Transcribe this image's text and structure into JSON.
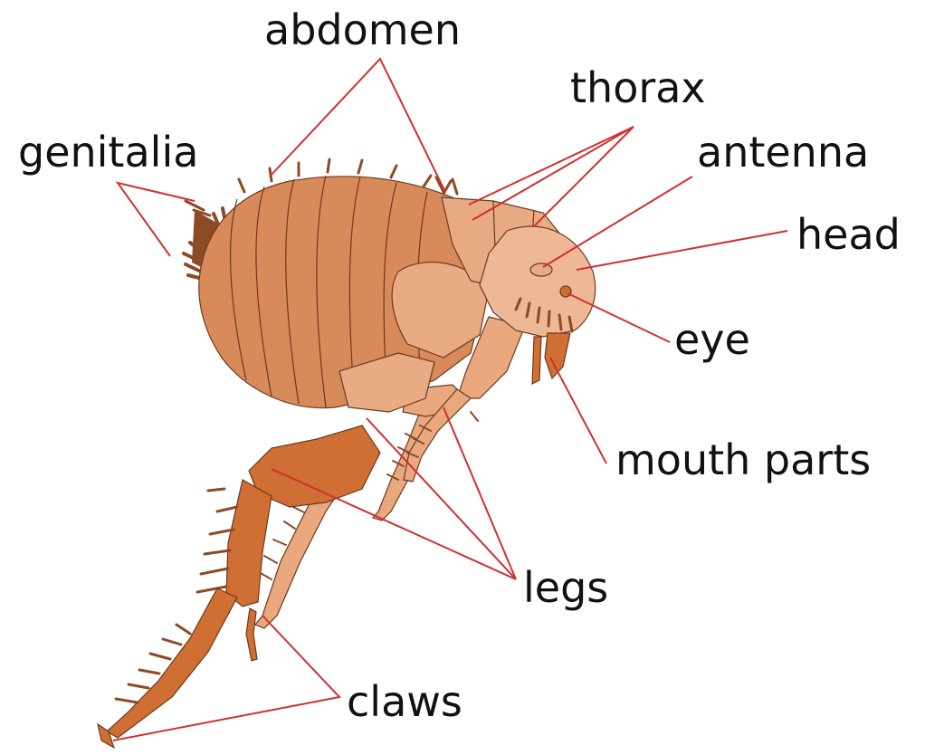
{
  "labels": {
    "abdomen": "abdomen",
    "thorax": "thorax",
    "genitalia": "genitalia",
    "antenna": "antenna",
    "head": "head",
    "eye": "eye",
    "mouth_parts": "mouth parts",
    "legs": "legs",
    "claws": "claws"
  },
  "colors": {
    "leader_line": "#d03030",
    "outline": "#6a3a20",
    "abdomen_fill": "#d98a5a",
    "thorax_fill": "#e9ab84",
    "head_fill": "#eeb795",
    "leg_light": "#e9a87e",
    "leg_dark": "#cf6f33",
    "bristle": "#8c4a26"
  }
}
